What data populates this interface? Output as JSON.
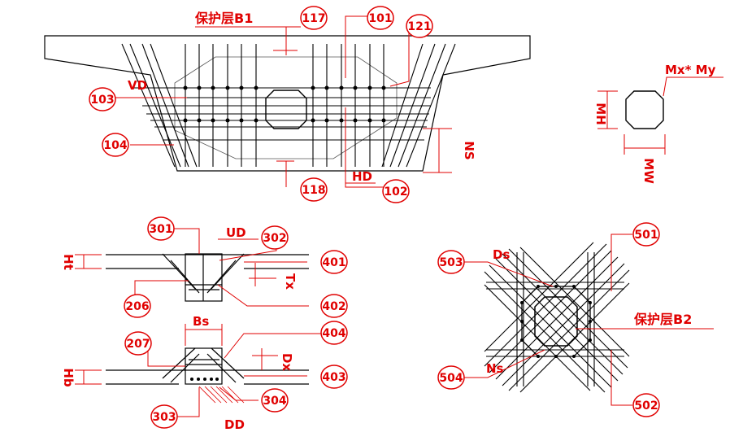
{
  "colors": {
    "rebar": "#000000",
    "annotation": "#e00000",
    "background": "#ffffff"
  },
  "callouts": {
    "c117": "117",
    "c101": "101",
    "c121": "121",
    "c103": "103",
    "c104": "104",
    "c118": "118",
    "c102": "102",
    "c301": "301",
    "c302": "302",
    "c401": "401",
    "c206": "206",
    "c402": "402",
    "c207": "207",
    "c404": "404",
    "c403": "403",
    "c303": "303",
    "c304": "304",
    "c503": "503",
    "c501": "501",
    "c504": "504",
    "c502": "502"
  },
  "labels": {
    "cover_b1": "保护层B1",
    "vd": "VD",
    "hd": "HD",
    "ns_dim": "NS",
    "mx_my": "Mx*  My",
    "mh": "MH",
    "mw": "MW",
    "ud": "UD",
    "ht": "Ht",
    "tx": "Tx",
    "bs": "Bs",
    "dx": "Dx",
    "hb": "Hb",
    "dd": "DD",
    "ds": "Ds",
    "ns": "Ns",
    "cover_b2": "保护层B2"
  }
}
